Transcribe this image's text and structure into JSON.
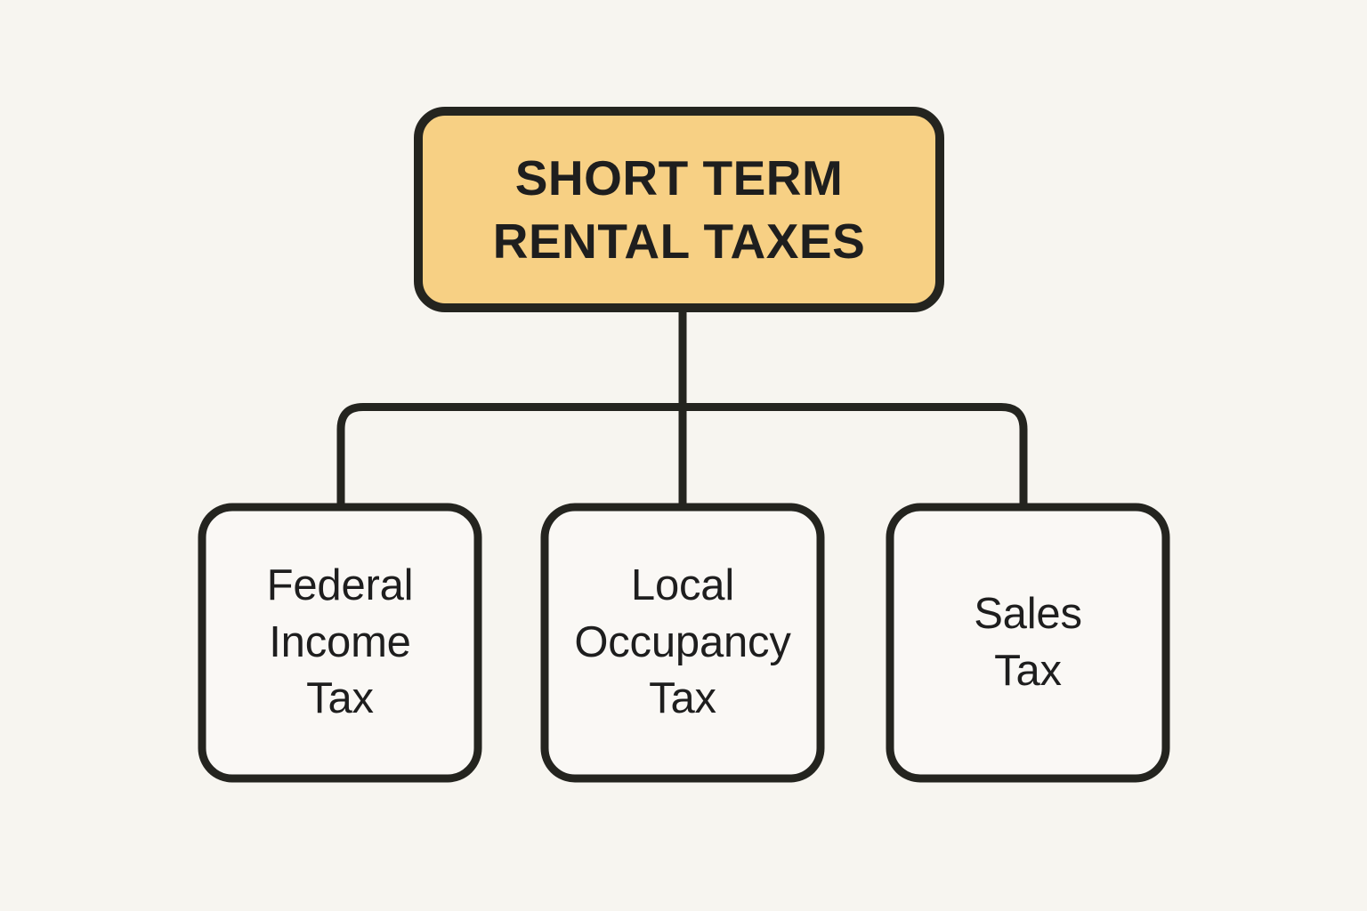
{
  "diagram": {
    "title": "Short Term Rental Taxes",
    "type": "hierarchy-tree",
    "background_color": "#f7f5f0",
    "stroke_color": "#24241f",
    "text_color": "#1e1e1e",
    "root": {
      "label": "SHORT TERM\nRENTAL TAXES",
      "fill_color": "#f7d084",
      "shape": "rounded-rectangle"
    },
    "children": [
      {
        "label": "Federal\nIncome\nTax",
        "fill_color": "#faf8f5",
        "shape": "rounded-square"
      },
      {
        "label": "Local\nOccupancy\nTax",
        "fill_color": "#faf8f5",
        "shape": "rounded-square"
      },
      {
        "label": "Sales\nTax",
        "fill_color": "#faf8f5",
        "shape": "rounded-square"
      }
    ],
    "connectors": [
      {
        "name": "root-trunk",
        "from": "root",
        "to": "bus-bar"
      },
      {
        "name": "branch-left",
        "from": "bus-bar",
        "to": "Federal Income Tax"
      },
      {
        "name": "branch-middle",
        "from": "bus-bar",
        "to": "Local Occupancy Tax"
      },
      {
        "name": "branch-right",
        "from": "bus-bar",
        "to": "Sales Tax"
      }
    ]
  }
}
